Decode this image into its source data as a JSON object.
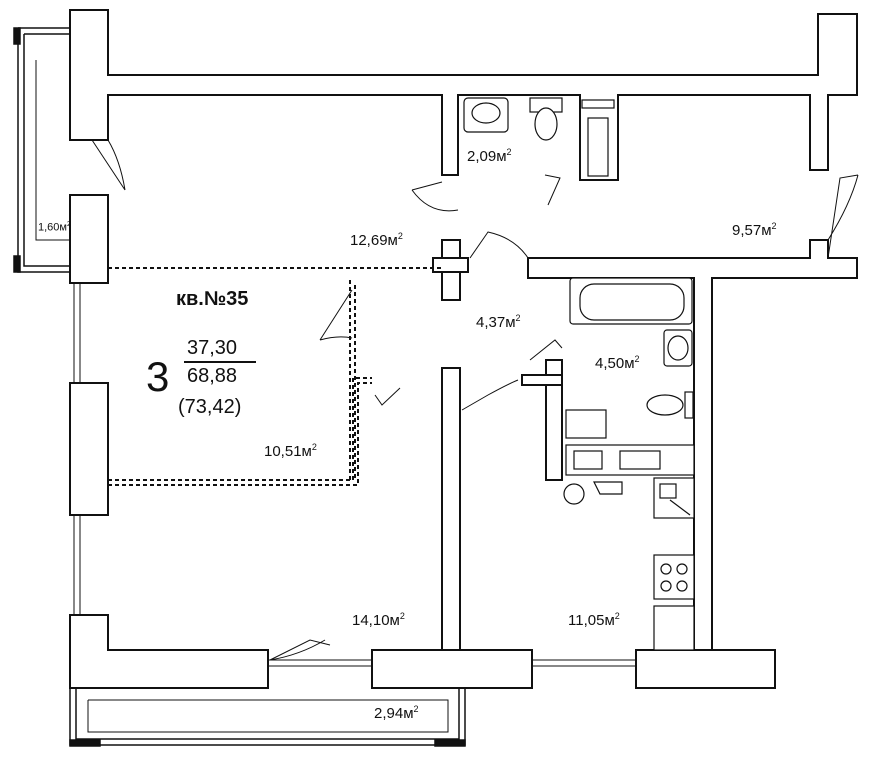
{
  "plan": {
    "apartment_title": "кв.№35",
    "rooms_count": "3",
    "living_area": "37,30",
    "total_area": "68,88",
    "total_area_with_balconies": "(73,42)",
    "unit": "м",
    "unit_power": "2",
    "rooms": {
      "balcony_left": "1,60",
      "room_top_left": "12,69",
      "bathroom_wc": "2,09",
      "hallway_right": "9,57",
      "corridor": "4,37",
      "bathroom": "4,50",
      "room_dashed": "10,51",
      "room_bottom_left": "14,10",
      "kitchen": "11,05",
      "balcony_bottom": "2,94"
    }
  }
}
